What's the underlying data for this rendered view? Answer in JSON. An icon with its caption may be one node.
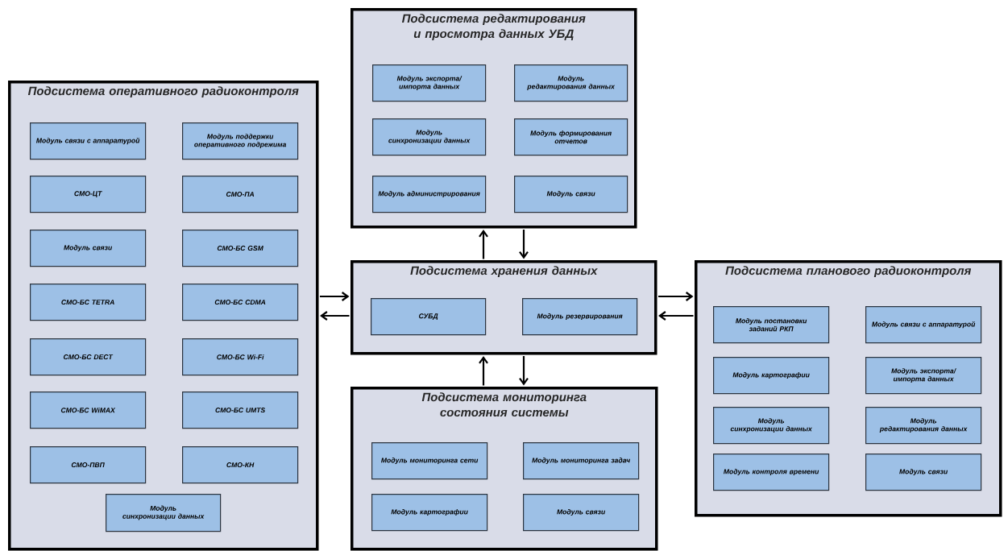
{
  "diagram": {
    "nodes": [
      {
        "text": [
          "Подсистема редактирования и просмотра данных УБД"
        ]
      },
      {
        "text": [
          "Модуль экспорта/ импорта данных"
        ],
        "in": 0
      },
      {
        "text": [
          "Модуль редактирования данных"
        ],
        "in": 0
      },
      {
        "text": [
          "Модуль синхронизации данных"
        ],
        "in": 0
      },
      {
        "text": [
          "Модуль формирования отчетов"
        ],
        "in": 0
      },
      {
        "text": [
          "Модуль администрирования"
        ],
        "in": 0
      },
      {
        "text": [
          "Модуль связи"
        ],
        "in": 0
      },
      {
        "text": [
          "Подсистема оперативного радиоконтроля"
        ]
      },
      {
        "text": [
          "Модуль связи с аппаратурой"
        ],
        "in": 7
      },
      {
        "text": [
          "Модуль поддержки оперативного подрежима"
        ],
        "in": 7
      },
      {
        "text": [
          "СМО-ЦТ"
        ],
        "in": 7
      },
      {
        "text": [
          "СМО-ПА"
        ],
        "in": 7
      },
      {
        "text": [
          "Модуль связи"
        ],
        "in": 7
      },
      {
        "text": [
          "СМО-БС GSM"
        ],
        "in": 7
      },
      {
        "text": [
          "СМО-БС TETRA"
        ],
        "in": 7
      },
      {
        "text": [
          "СМО-БС CDMA"
        ],
        "in": 7
      },
      {
        "text": [
          "СМО-БС DECT"
        ],
        "in": 7
      },
      {
        "text": [
          "СМО-БС Wi-Fi"
        ],
        "in": 7
      },
      {
        "text": [
          "СМО-БС WiMAX"
        ],
        "in": 7
      },
      {
        "text": [
          "СМО-БС UMTS"
        ],
        "in": 7
      },
      {
        "text": [
          "СМО-ПВП"
        ],
        "in": 7
      },
      {
        "text": [
          "СМО-КН"
        ],
        "in": 7
      },
      {
        "text": [
          "Модуль синхронизации данных"
        ],
        "in": 7
      },
      {
        "text": [
          "Подсистема хранения данных"
        ]
      },
      {
        "text": [
          "СУБД"
        ],
        "in": 23
      },
      {
        "text": [
          "Модуль резервирования"
        ],
        "in": 23
      },
      {
        "text": [
          "Подсистема планового радиоконтроля"
        ]
      },
      {
        "text": [
          "Модуль постановки заданий РКП"
        ],
        "in": 26
      },
      {
        "text": [
          "Модуль связи с аппаратурой"
        ],
        "in": 26
      },
      {
        "text": [
          "Модуль картографии"
        ],
        "in": 26
      },
      {
        "text": [
          "Модуль экспорта/ импорта данных"
        ],
        "in": 26
      },
      {
        "text": [
          "Модуль синхронизации данных"
        ],
        "in": 26
      },
      {
        "text": [
          "Модуль редактирования данных"
        ],
        "in": 26
      },
      {
        "text": [
          "Модуль контроля времени"
        ],
        "in": 26
      },
      {
        "text": [
          "Модуль связи"
        ],
        "in": 26
      },
      {
        "text": [
          "Подсистема мониторинга состояния системы"
        ]
      },
      {
        "text": [
          "Модуль мониторинга сети"
        ],
        "in": 35
      },
      {
        "text": [
          "Модуль мониторинга задач"
        ],
        "in": 35
      },
      {
        "text": [
          "Модуль картографии"
        ],
        "in": 35
      },
      {
        "text": [
          "Модуль связи"
        ],
        "in": 35
      }
    ],
    "edges": [
      {
        "from": 23,
        "to": 0,
        "arrow": "to"
      },
      {
        "from": 0,
        "to": 23,
        "arrow": "to"
      },
      {
        "from": 7,
        "to": 23,
        "arrow": "to"
      },
      {
        "from": 23,
        "to": 7,
        "arrow": "to"
      },
      {
        "from": 23,
        "to": 26,
        "arrow": "to"
      },
      {
        "from": 26,
        "to": 23,
        "arrow": "to"
      },
      {
        "from": 35,
        "to": 23,
        "arrow": "to"
      },
      {
        "from": 23,
        "to": 35,
        "arrow": "to"
      }
    ]
  }
}
